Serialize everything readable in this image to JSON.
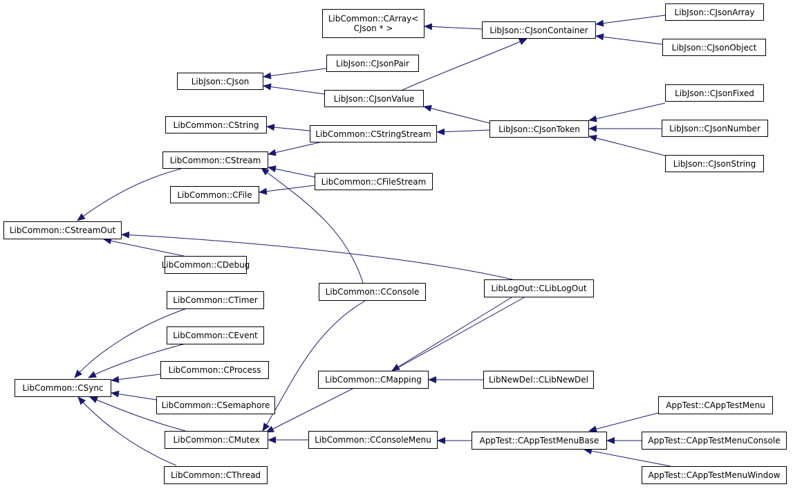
{
  "colors": {
    "edge": "#191970",
    "border": "#000000",
    "background": "#ffffff"
  },
  "nodes": {
    "carray_line1": "LibCommon::CArray<",
    "carray_line2": "CJson * >",
    "cjsoncontainer": "LibJson::CJsonContainer",
    "cjsonarray": "LibJson::CJsonArray",
    "cjsonobject": "LibJson::CJsonObject",
    "cjsonpair": "LibJson::CJsonPair",
    "cjson": "LibJson::CJson",
    "cjsonvalue": "LibJson::CJsonValue",
    "cjsonfixed": "LibJson::CJsonFixed",
    "cstring": "LibCommon::CString",
    "cstringstream": "LibCommon::CStringStream",
    "cjsontoken": "LibJson::CJsonToken",
    "cjsonnumber": "LibJson::CJsonNumber",
    "cstream": "LibCommon::CStream",
    "cjsonstring": "LibJson::CJsonString",
    "cfilestream": "LibCommon::CFileStream",
    "cfile": "LibCommon::CFile",
    "cstreamout": "LibCommon::CStreamOut",
    "cdebug": "LibCommon::CDebug",
    "clibLogout": "LibLogOut::CLibLogOut",
    "cconsole": "LibCommon::CConsole",
    "ctimer": "LibCommon::CTimer",
    "cevent": "LibCommon::CEvent",
    "cprocess": "LibCommon::CProcess",
    "cmapping": "LibCommon::CMapping",
    "clibnewdel": "LibNewDel::CLibNewDel",
    "csync": "LibCommon::CSync",
    "csemaphore": "LibCommon::CSemaphore",
    "capptestmenu": "AppTest::CAppTestMenu",
    "cmutex": "LibCommon::CMutex",
    "cconsolemenu": "LibCommon::CConsoleMenu",
    "capptestmenubase": "AppTest::CAppTestMenuBase",
    "capptestmenuconsole": "AppTest::CAppTestMenuConsole",
    "cthread": "LibCommon::CThread",
    "capptestmenuwindow": "AppTest::CAppTestMenuWindow"
  }
}
